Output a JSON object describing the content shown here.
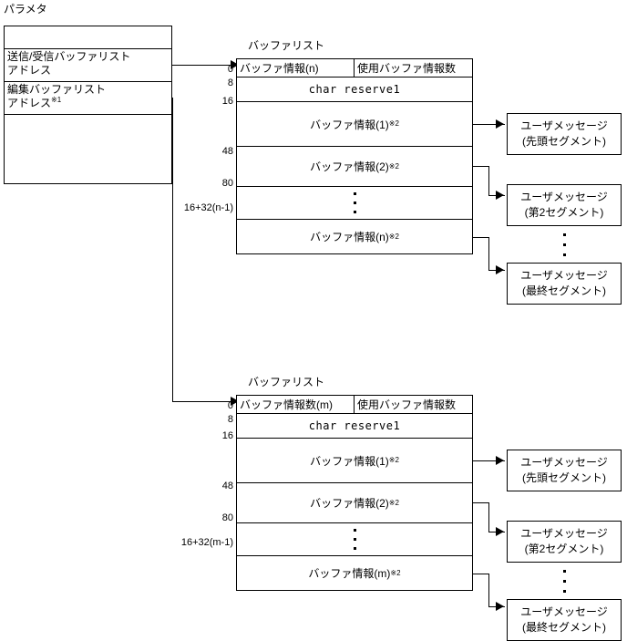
{
  "diagram": {
    "title_param": "パラメタ",
    "param_rows": [
      {
        "text": "",
        "note": ""
      },
      {
        "text": "送信/受信バッファリスト",
        "text2": "アドレス",
        "note": ""
      },
      {
        "text": "編集バッファリスト",
        "text2": "アドレス",
        "note": "※1"
      },
      {
        "text": "",
        "note": ""
      }
    ]
  },
  "buffer_lists": [
    {
      "id": "top",
      "caption": "バッファリスト",
      "offsets": [
        "0",
        "8",
        "16",
        "48",
        "80",
        "16+32(n-1)"
      ],
      "header_left": "バッファ情報(n)",
      "header_right": "使用バッファ情報数",
      "reserve_row": "char reserve1",
      "rows": [
        {
          "label": "バッファ情報(1)",
          "note": "※2"
        },
        {
          "label": "バッファ情報(2)",
          "note": "※2"
        },
        {
          "label": "",
          "note": "",
          "ellipsis": true
        },
        {
          "label": "バッファ情報(n)",
          "note": "※2"
        }
      ],
      "messages": [
        {
          "line1": "ユーザメッセージ",
          "line2": "(先頭セグメント)"
        },
        {
          "line1": "ユーザメッセージ",
          "line2": "(第2セグメント)"
        },
        {
          "line1": "ユーザメッセージ",
          "line2": "(最終セグメント)"
        }
      ]
    },
    {
      "id": "bottom",
      "caption": "バッファリスト",
      "offsets": [
        "0",
        "8",
        "16",
        "48",
        "80",
        "16+32(m-1)"
      ],
      "header_left": "バッファ情報数(m)",
      "header_right": "使用バッファ情報数",
      "reserve_row": "char reserve1",
      "rows": [
        {
          "label": "バッファ情報(1)",
          "note": "※2"
        },
        {
          "label": "バッファ情報(2)",
          "note": "※2"
        },
        {
          "label": "",
          "note": "",
          "ellipsis": true
        },
        {
          "label": "バッファ情報(m)",
          "note": "※2"
        }
      ],
      "messages": [
        {
          "line1": "ユーザメッセージ",
          "line2": "(先頭セグメント)"
        },
        {
          "line1": "ユーザメッセージ",
          "line2": "(第2セグメント)"
        },
        {
          "line1": "ユーザメッセージ",
          "line2": "(最終セグメント)"
        }
      ]
    }
  ],
  "colors": {
    "line": "#000000",
    "background": "#ffffff"
  }
}
